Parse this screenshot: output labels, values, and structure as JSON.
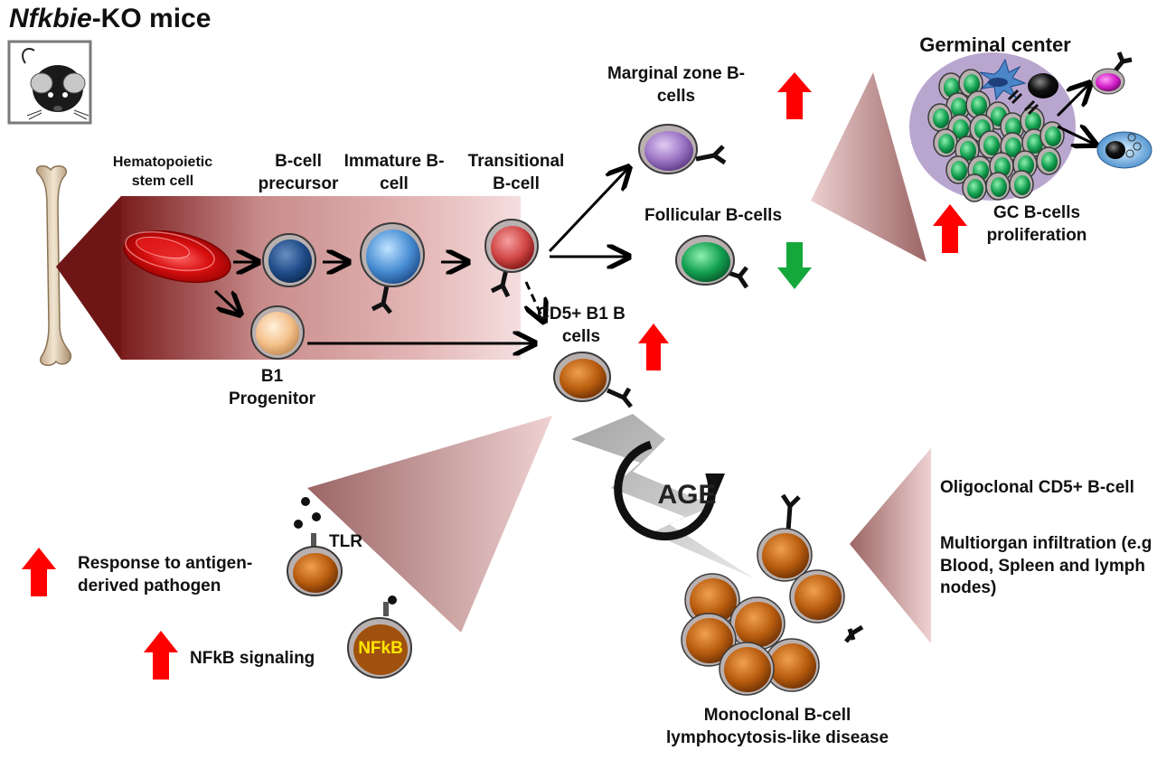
{
  "title": {
    "gene": "Nfkbie",
    "suffix": "-KO mice"
  },
  "labels": {
    "hsc": "Hematopoietic stem cell",
    "precursor": "B-cell precursor",
    "immature": "Immature B-cell",
    "transitional": "Transitional B-cell",
    "b1_progenitor": "B1 Progenitor",
    "marginal_zone": "Marginal zone B-cells",
    "follicular": "Follicular B-cells",
    "germinal_center": "Germinal center",
    "gc_proliferation": "GC B-cells proliferation",
    "cd5_b1": "CD5+ B1 B cells",
    "age": "AGE",
    "tlr": "TLR",
    "response_pathogen": "Response to antigen-derived pathogen",
    "nfkb_signaling": "NFkB signaling",
    "nfkb_cell": "NFkB",
    "oligoclonal": "Oligoclonal CD5+ B-cell",
    "multiorgan": "Multiorgan infiltration (e.g Blood, Spleen and lymph nodes)",
    "mbl_disease": "Monoclonal B-cell lymphocytosis-like disease"
  },
  "colors": {
    "up_arrow": "#ff0000",
    "down_arrow": "#14a83c",
    "gradient_dark": "#8b2020",
    "gradient_light": "#f3d6d6",
    "gc_background": "#b9a6cf",
    "b1_cell": "#b85c0e"
  },
  "icons": [
    "mouse-icon",
    "bone-icon",
    "age-lightning-icon",
    "cycle-arrow-icon",
    "antibody-receptor-icon"
  ]
}
